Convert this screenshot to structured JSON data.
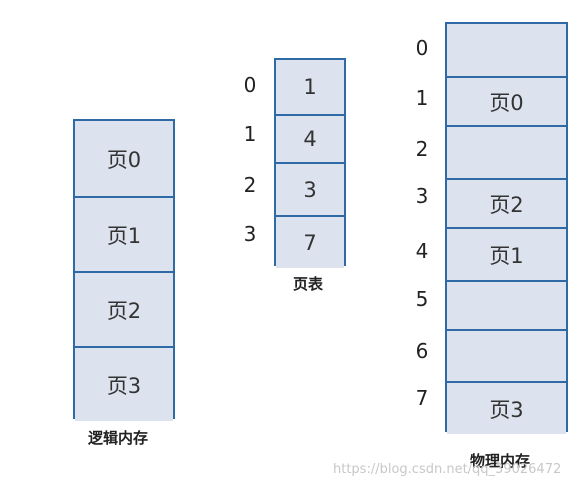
{
  "logical_memory": {
    "caption": "逻辑内存",
    "pages": [
      "页0",
      "页1",
      "页2",
      "页3"
    ]
  },
  "page_table": {
    "caption": "页表",
    "indices": [
      "0",
      "1",
      "2",
      "3"
    ],
    "frames": [
      "1",
      "4",
      "3",
      "7"
    ]
  },
  "physical_memory": {
    "caption": "物理内存",
    "indices": [
      "0",
      "1",
      "2",
      "3",
      "4",
      "5",
      "6",
      "7"
    ],
    "frames": [
      "",
      "页0",
      "",
      "页2",
      "页1",
      "",
      "",
      "页3"
    ]
  },
  "watermark": "https://blog.csdn.net/qq_39026472",
  "colors": {
    "border": "#2f6aa6",
    "fill": "#dce3ef"
  }
}
